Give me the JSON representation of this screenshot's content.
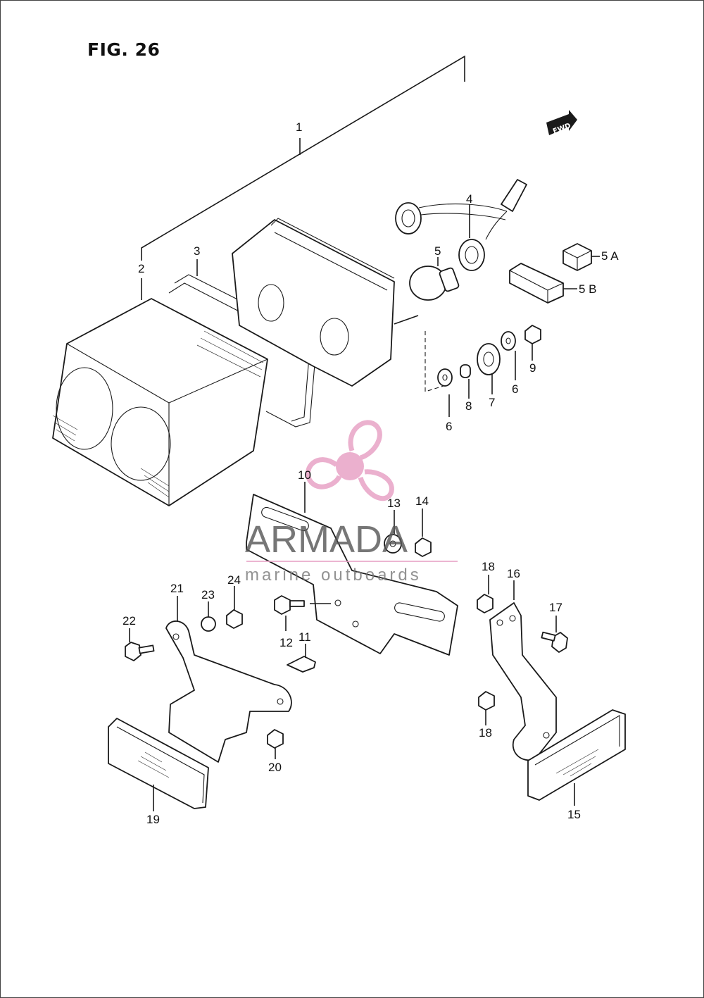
{
  "figure": {
    "title": "FIG. 26"
  },
  "fwd_badge": {
    "label": "FWD",
    "icon": "forward-arrow-icon"
  },
  "watermark": {
    "brand": "ARMADA",
    "tagline": "marine outboards",
    "logo_icon": "propeller-icon",
    "logo_color": "#e8a3c6"
  },
  "callouts": {
    "p1": "1",
    "p2": "2",
    "p3": "3",
    "p4": "4",
    "p5": "5",
    "p5a": "5 A",
    "p5b": "5 B",
    "p6a": "6",
    "p6b": "6",
    "p7": "7",
    "p8": "8",
    "p9": "9",
    "p10": "10",
    "p11": "11",
    "p12": "12",
    "p13": "13",
    "p14": "14",
    "p15": "15",
    "p16": "16",
    "p17": "17",
    "p18a": "18",
    "p18b": "18",
    "p19": "19",
    "p20": "20",
    "p21": "21",
    "p22": "22",
    "p23": "23",
    "p24": "24"
  }
}
